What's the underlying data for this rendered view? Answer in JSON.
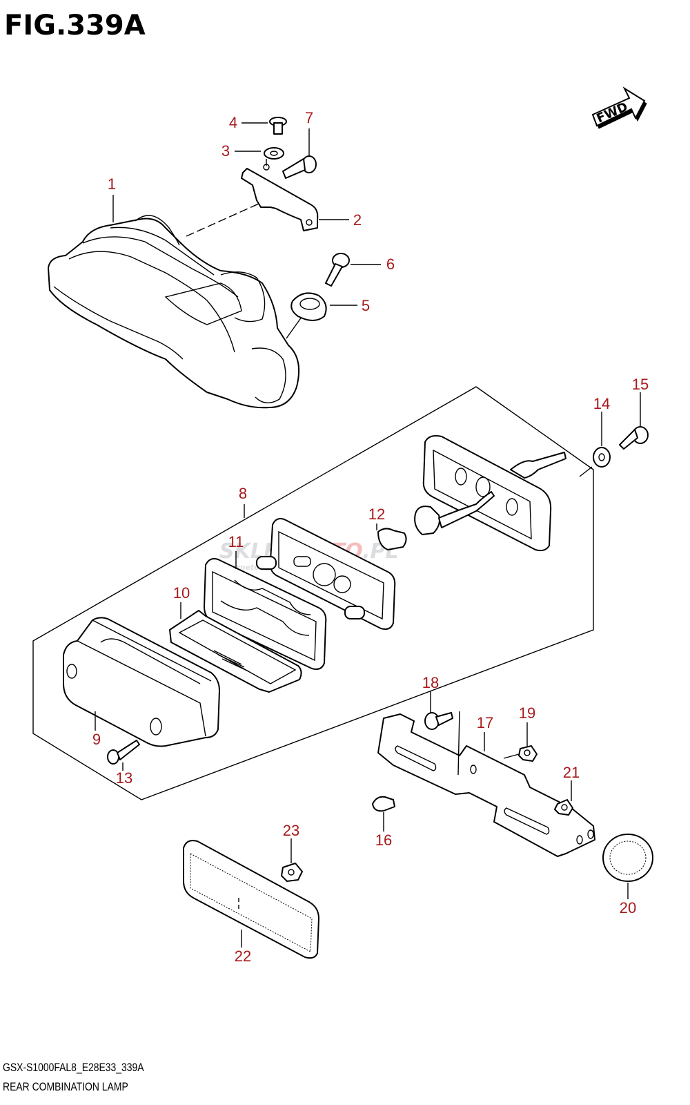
{
  "figure": {
    "title": "FIG.339A",
    "model_code": "GSX-S1000FAL8_E28E33_339A",
    "name": "REAR COMBINATION LAMP",
    "fwd_label": "FWD"
  },
  "watermark": {
    "brand_left": "SKLEP",
    "brand_right": "MOTO",
    "suffix": ".PL",
    "tagline": "internetowy sklep motocyklowy"
  },
  "callouts": [
    "1",
    "2",
    "3",
    "4",
    "5",
    "6",
    "7",
    "8",
    "9",
    "10",
    "11",
    "12",
    "13",
    "14",
    "15",
    "16",
    "17",
    "18",
    "19",
    "20",
    "21",
    "22",
    "23"
  ],
  "colors": {
    "callout": "#a8191c",
    "line": "#000000"
  }
}
